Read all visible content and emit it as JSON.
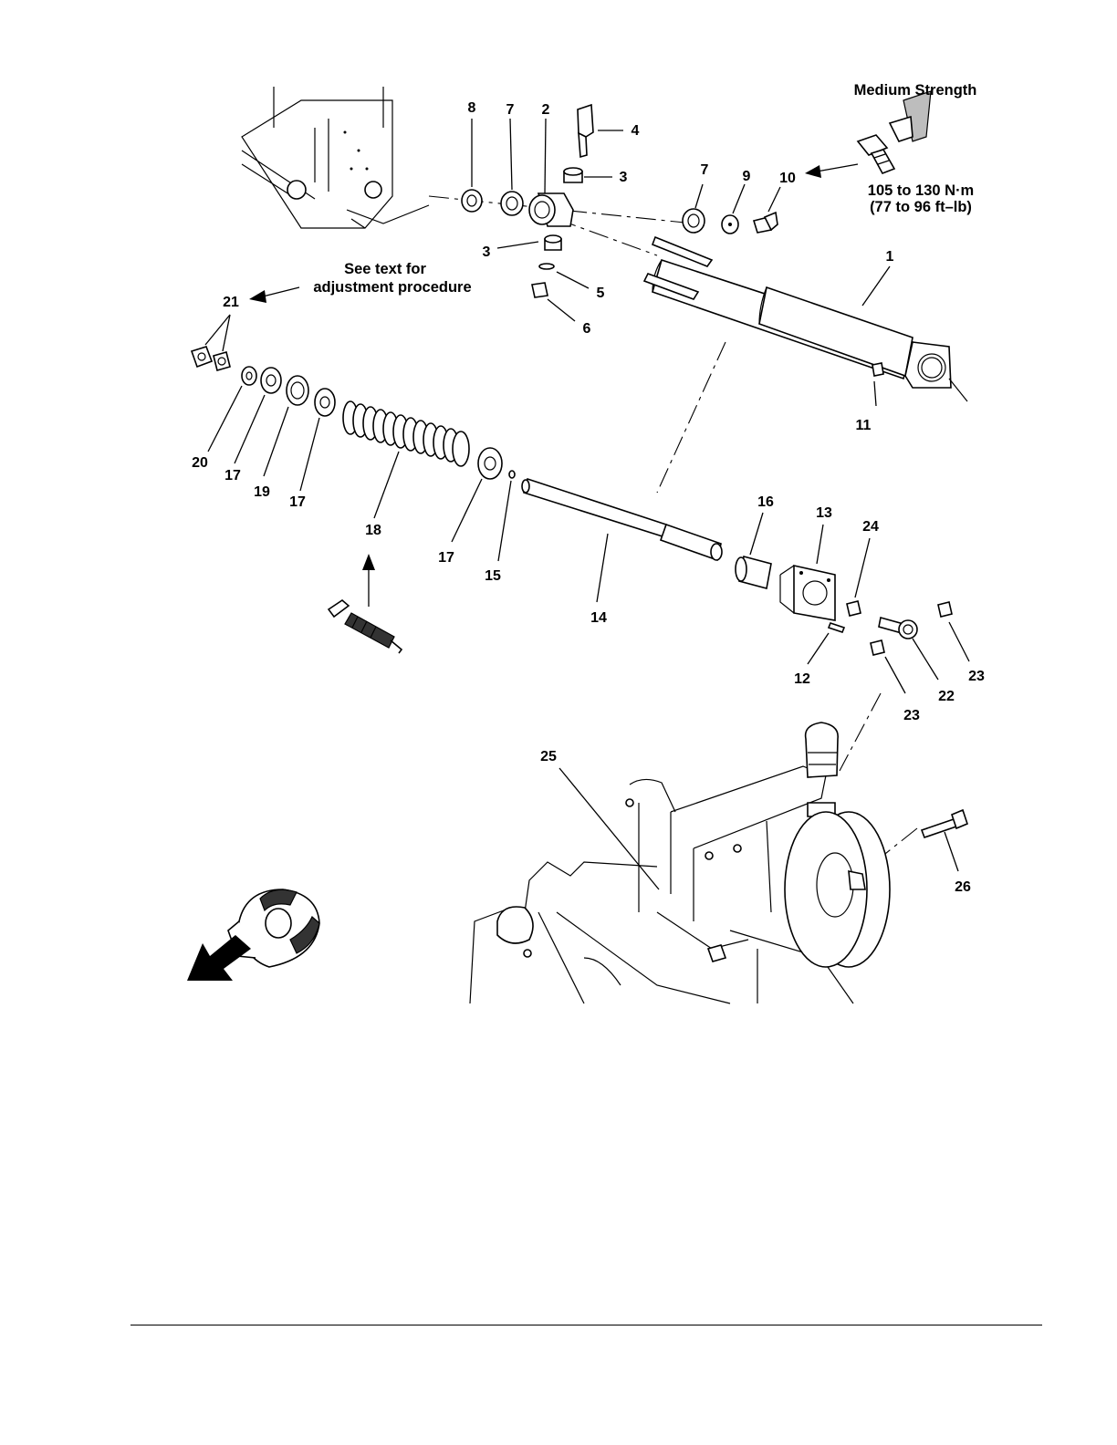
{
  "callouts": {
    "medium_strength": "Medium Strength",
    "torque_metric": "105 to 130 N·m",
    "torque_imperial": "(77 to 96 ft–lb)",
    "see_text_line1": "See text for",
    "see_text_line2": "adjustment procedure"
  },
  "part_labels": [
    {
      "id": "8",
      "text": "8"
    },
    {
      "id": "7a",
      "text": "7"
    },
    {
      "id": "2",
      "text": "2"
    },
    {
      "id": "4",
      "text": "4"
    },
    {
      "id": "3a",
      "text": "3"
    },
    {
      "id": "7b",
      "text": "7"
    },
    {
      "id": "9",
      "text": "9"
    },
    {
      "id": "10",
      "text": "10"
    },
    {
      "id": "3b",
      "text": "3"
    },
    {
      "id": "1",
      "text": "1"
    },
    {
      "id": "5",
      "text": "5"
    },
    {
      "id": "6",
      "text": "6"
    },
    {
      "id": "21",
      "text": "21"
    },
    {
      "id": "11",
      "text": "11"
    },
    {
      "id": "20",
      "text": "20"
    },
    {
      "id": "17a",
      "text": "17"
    },
    {
      "id": "19",
      "text": "19"
    },
    {
      "id": "17b",
      "text": "17"
    },
    {
      "id": "18",
      "text": "18"
    },
    {
      "id": "17c",
      "text": "17"
    },
    {
      "id": "15",
      "text": "15"
    },
    {
      "id": "16",
      "text": "16"
    },
    {
      "id": "13",
      "text": "13"
    },
    {
      "id": "24",
      "text": "24"
    },
    {
      "id": "14",
      "text": "14"
    },
    {
      "id": "12",
      "text": "12"
    },
    {
      "id": "23a",
      "text": "23"
    },
    {
      "id": "22",
      "text": "22"
    },
    {
      "id": "23b",
      "text": "23"
    },
    {
      "id": "25",
      "text": "25"
    },
    {
      "id": "26",
      "text": "26"
    }
  ],
  "icons": {
    "grease_gun": "grease-gun-icon",
    "threadlocker": "threadlocker-bottle-icon",
    "front_direction": "front-direction-arrow-icon"
  }
}
